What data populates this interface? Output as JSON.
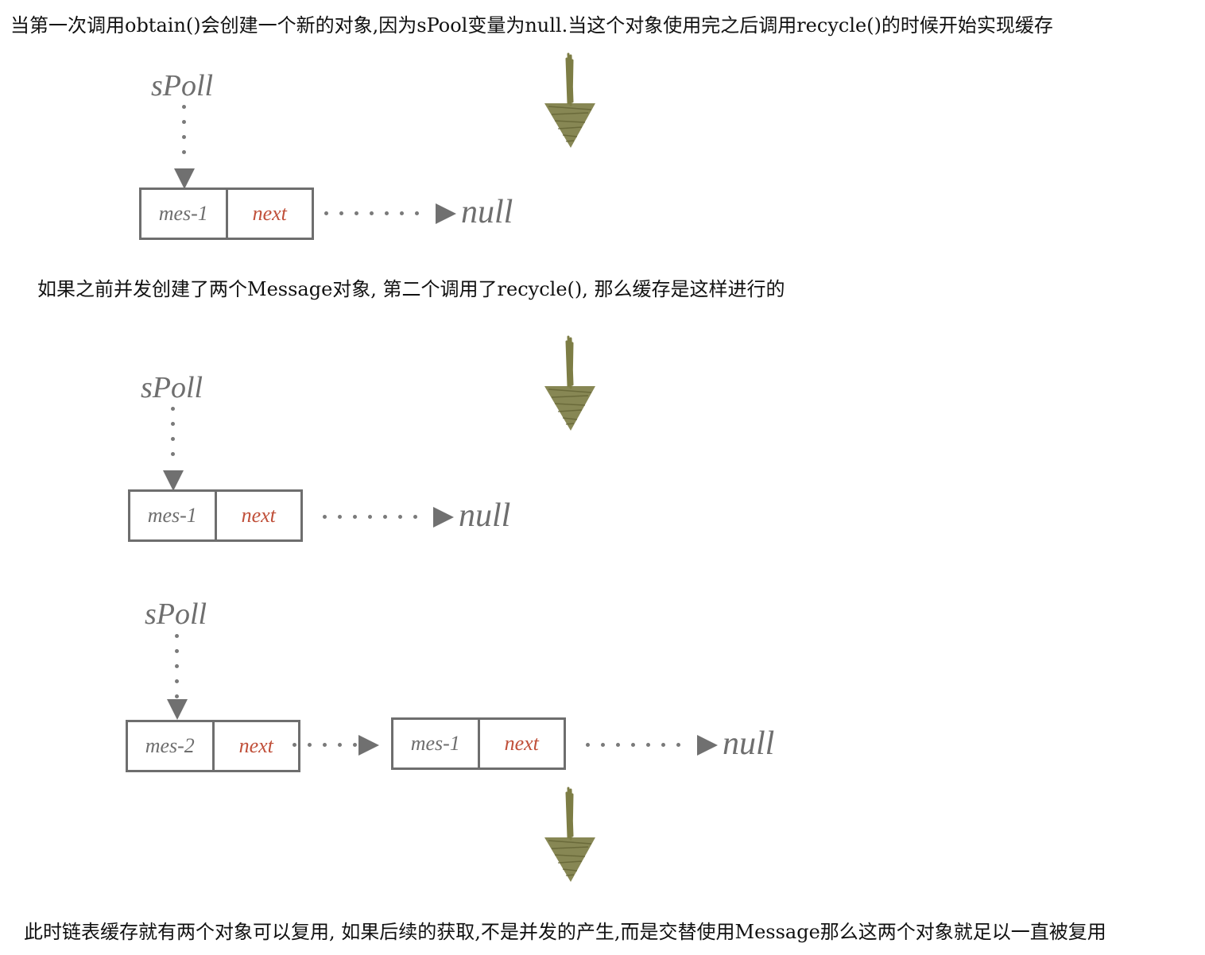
{
  "captions": {
    "intro": "当第一次调用obtain()会创建一个新的对象,因为sPool变量为null.当这个对象使用完之后调用recycle()的时候开始实现缓存",
    "concurrent": "如果之前并发创建了两个Message对象, 第二个调用了recycle(), 那么缓存是这样进行的",
    "conclusion": "此时链表缓存就有两个对象可以复用, 如果后续的获取,不是并发的产生,而是交替使用Message那么这两个对象就足以一直被复用"
  },
  "diagram1": {
    "pointer": "sPoll",
    "nodes": [
      {
        "message": "mes-1",
        "next": "next"
      }
    ],
    "terminal": "null"
  },
  "diagram2": {
    "pointer": "sPoll",
    "nodes": [
      {
        "message": "mes-1",
        "next": "next"
      }
    ],
    "terminal": "null"
  },
  "diagram3": {
    "pointer": "sPoll",
    "nodes": [
      {
        "message": "mes-2",
        "next": "next"
      },
      {
        "message": "mes-1",
        "next": "next"
      }
    ],
    "terminal": "null"
  },
  "colors": {
    "box_border": "#6e6e6e",
    "next_text": "#c0503a",
    "flow_arrow": "#7d7d45",
    "caption_text": "#111111"
  },
  "icons": {
    "flow_arrow": "sketch-down-arrow-icon",
    "pointer_arrow": "dotted-arrow"
  }
}
